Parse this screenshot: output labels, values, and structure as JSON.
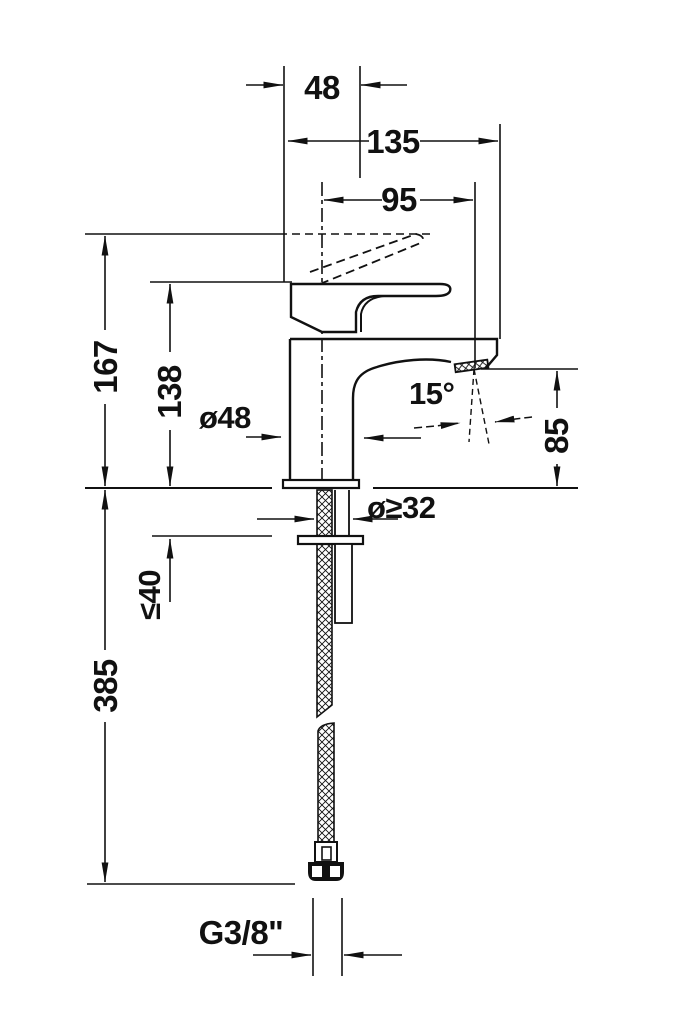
{
  "drawing": {
    "colors": {
      "line": "#111111",
      "background": "#ffffff"
    },
    "dimensions": {
      "spout_block_width": "48",
      "total_depth": "135",
      "spout_reach": "95",
      "max_height_open_lever": "167",
      "lever_height": "138",
      "base_diameter": "ø48",
      "spray_angle": "15°",
      "spout_outlet_height": "85",
      "min_hole_diameter": "ø≥32",
      "max_deck_thickness": "≤40",
      "hose_length": "385",
      "connection_thread": "G3/8\""
    }
  }
}
